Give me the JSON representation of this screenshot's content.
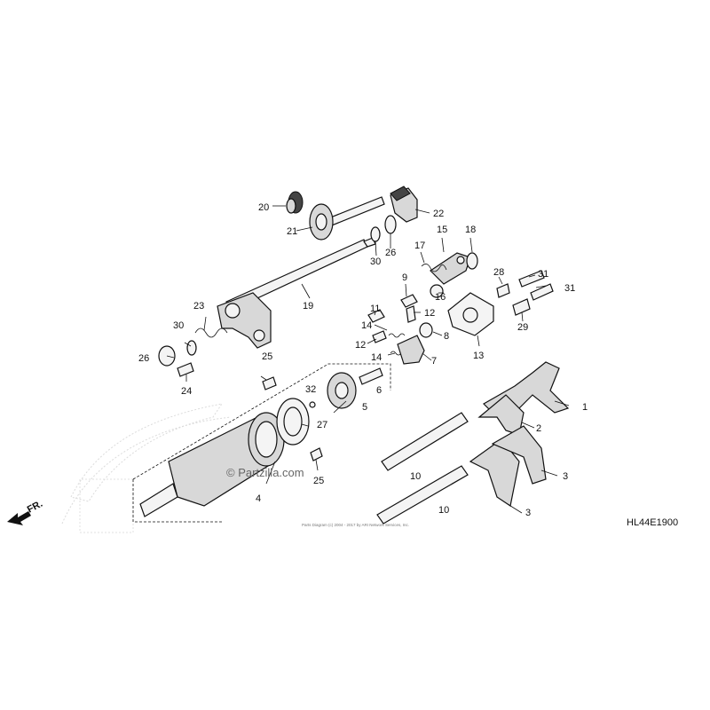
{
  "diagram": {
    "code": "HL44E1900",
    "front_marker": "FR.",
    "watermark": "© Partzilla.com",
    "copyright_line": "Parts Diagram  (c) 2004 - 2017 by ARI Network Services, Inc.",
    "callouts": [
      {
        "id": "c1",
        "text": "1"
      },
      {
        "id": "c2",
        "text": "2"
      },
      {
        "id": "c3a",
        "text": "3"
      },
      {
        "id": "c3b",
        "text": "3"
      },
      {
        "id": "c4",
        "text": "4"
      },
      {
        "id": "c5",
        "text": "5"
      },
      {
        "id": "c6",
        "text": "6"
      },
      {
        "id": "c7",
        "text": "7"
      },
      {
        "id": "c8",
        "text": "8"
      },
      {
        "id": "c9",
        "text": "9"
      },
      {
        "id": "c10a",
        "text": "10"
      },
      {
        "id": "c10b",
        "text": "10"
      },
      {
        "id": "c11",
        "text": "11"
      },
      {
        "id": "c12a",
        "text": "12"
      },
      {
        "id": "c12b",
        "text": "12"
      },
      {
        "id": "c13",
        "text": "13"
      },
      {
        "id": "c14a",
        "text": "14"
      },
      {
        "id": "c14b",
        "text": "14"
      },
      {
        "id": "c15",
        "text": "15"
      },
      {
        "id": "c16",
        "text": "16"
      },
      {
        "id": "c17",
        "text": "17"
      },
      {
        "id": "c18",
        "text": "18"
      },
      {
        "id": "c19",
        "text": "19"
      },
      {
        "id": "c20",
        "text": "20"
      },
      {
        "id": "c21",
        "text": "21"
      },
      {
        "id": "c22",
        "text": "22"
      },
      {
        "id": "c23",
        "text": "23"
      },
      {
        "id": "c24",
        "text": "24"
      },
      {
        "id": "c25a",
        "text": "25"
      },
      {
        "id": "c25b",
        "text": "25"
      },
      {
        "id": "c26a",
        "text": "26"
      },
      {
        "id": "c26b",
        "text": "26"
      },
      {
        "id": "c27",
        "text": "27"
      },
      {
        "id": "c28",
        "text": "28"
      },
      {
        "id": "c29",
        "text": "29"
      },
      {
        "id": "c30a",
        "text": "30"
      },
      {
        "id": "c30b",
        "text": "30"
      },
      {
        "id": "c31a",
        "text": "31"
      },
      {
        "id": "c31b",
        "text": "31"
      },
      {
        "id": "c32",
        "text": "32"
      }
    ]
  }
}
